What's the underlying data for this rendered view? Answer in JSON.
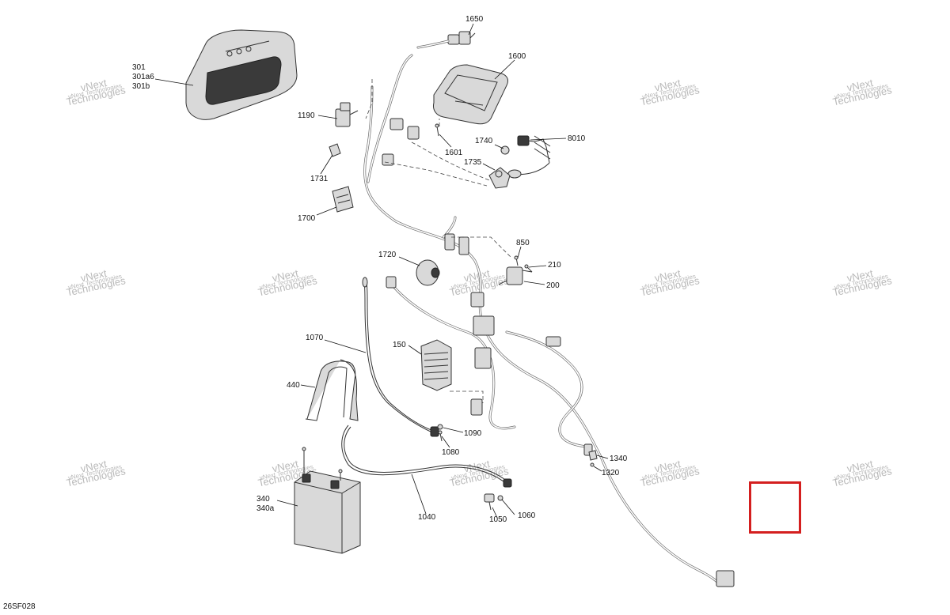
{
  "diagram_ref": "26SF028",
  "watermark": {
    "line1": "vNext",
    "line2": "Technologies"
  },
  "callouts": [
    {
      "id": "c301",
      "lines": [
        "301",
        "301a6",
        "301b"
      ]
    },
    {
      "id": "c1650",
      "lines": [
        "1650"
      ]
    },
    {
      "id": "c1600",
      "lines": [
        "1600"
      ]
    },
    {
      "id": "c1190",
      "lines": [
        "1190"
      ]
    },
    {
      "id": "c1601",
      "lines": [
        "1601"
      ]
    },
    {
      "id": "c1740",
      "lines": [
        "1740"
      ]
    },
    {
      "id": "c8010",
      "lines": [
        "8010"
      ]
    },
    {
      "id": "c1731",
      "lines": [
        "1731"
      ]
    },
    {
      "id": "c1735",
      "lines": [
        "1735"
      ]
    },
    {
      "id": "c1700",
      "lines": [
        "1700"
      ]
    },
    {
      "id": "c850",
      "lines": [
        "850"
      ]
    },
    {
      "id": "c1720",
      "lines": [
        "1720"
      ]
    },
    {
      "id": "c210",
      "lines": [
        "210"
      ]
    },
    {
      "id": "c200",
      "lines": [
        "200"
      ]
    },
    {
      "id": "c1070",
      "lines": [
        "1070"
      ]
    },
    {
      "id": "c150",
      "lines": [
        "150"
      ]
    },
    {
      "id": "c440",
      "lines": [
        "440"
      ]
    },
    {
      "id": "c1090",
      "lines": [
        "1090"
      ]
    },
    {
      "id": "c1080",
      "lines": [
        "1080"
      ]
    },
    {
      "id": "c1340",
      "lines": [
        "1340"
      ]
    },
    {
      "id": "c1320",
      "lines": [
        "1320"
      ]
    },
    {
      "id": "c340",
      "lines": [
        "340",
        "340a"
      ]
    },
    {
      "id": "c1040",
      "lines": [
        "1040"
      ]
    },
    {
      "id": "c1060",
      "lines": [
        "1060"
      ]
    },
    {
      "id": "c1050",
      "lines": [
        "1050"
      ]
    }
  ],
  "colors": {
    "highlight": "#d41f1f",
    "watermark": "#b9b9b9",
    "line": "#333333"
  }
}
